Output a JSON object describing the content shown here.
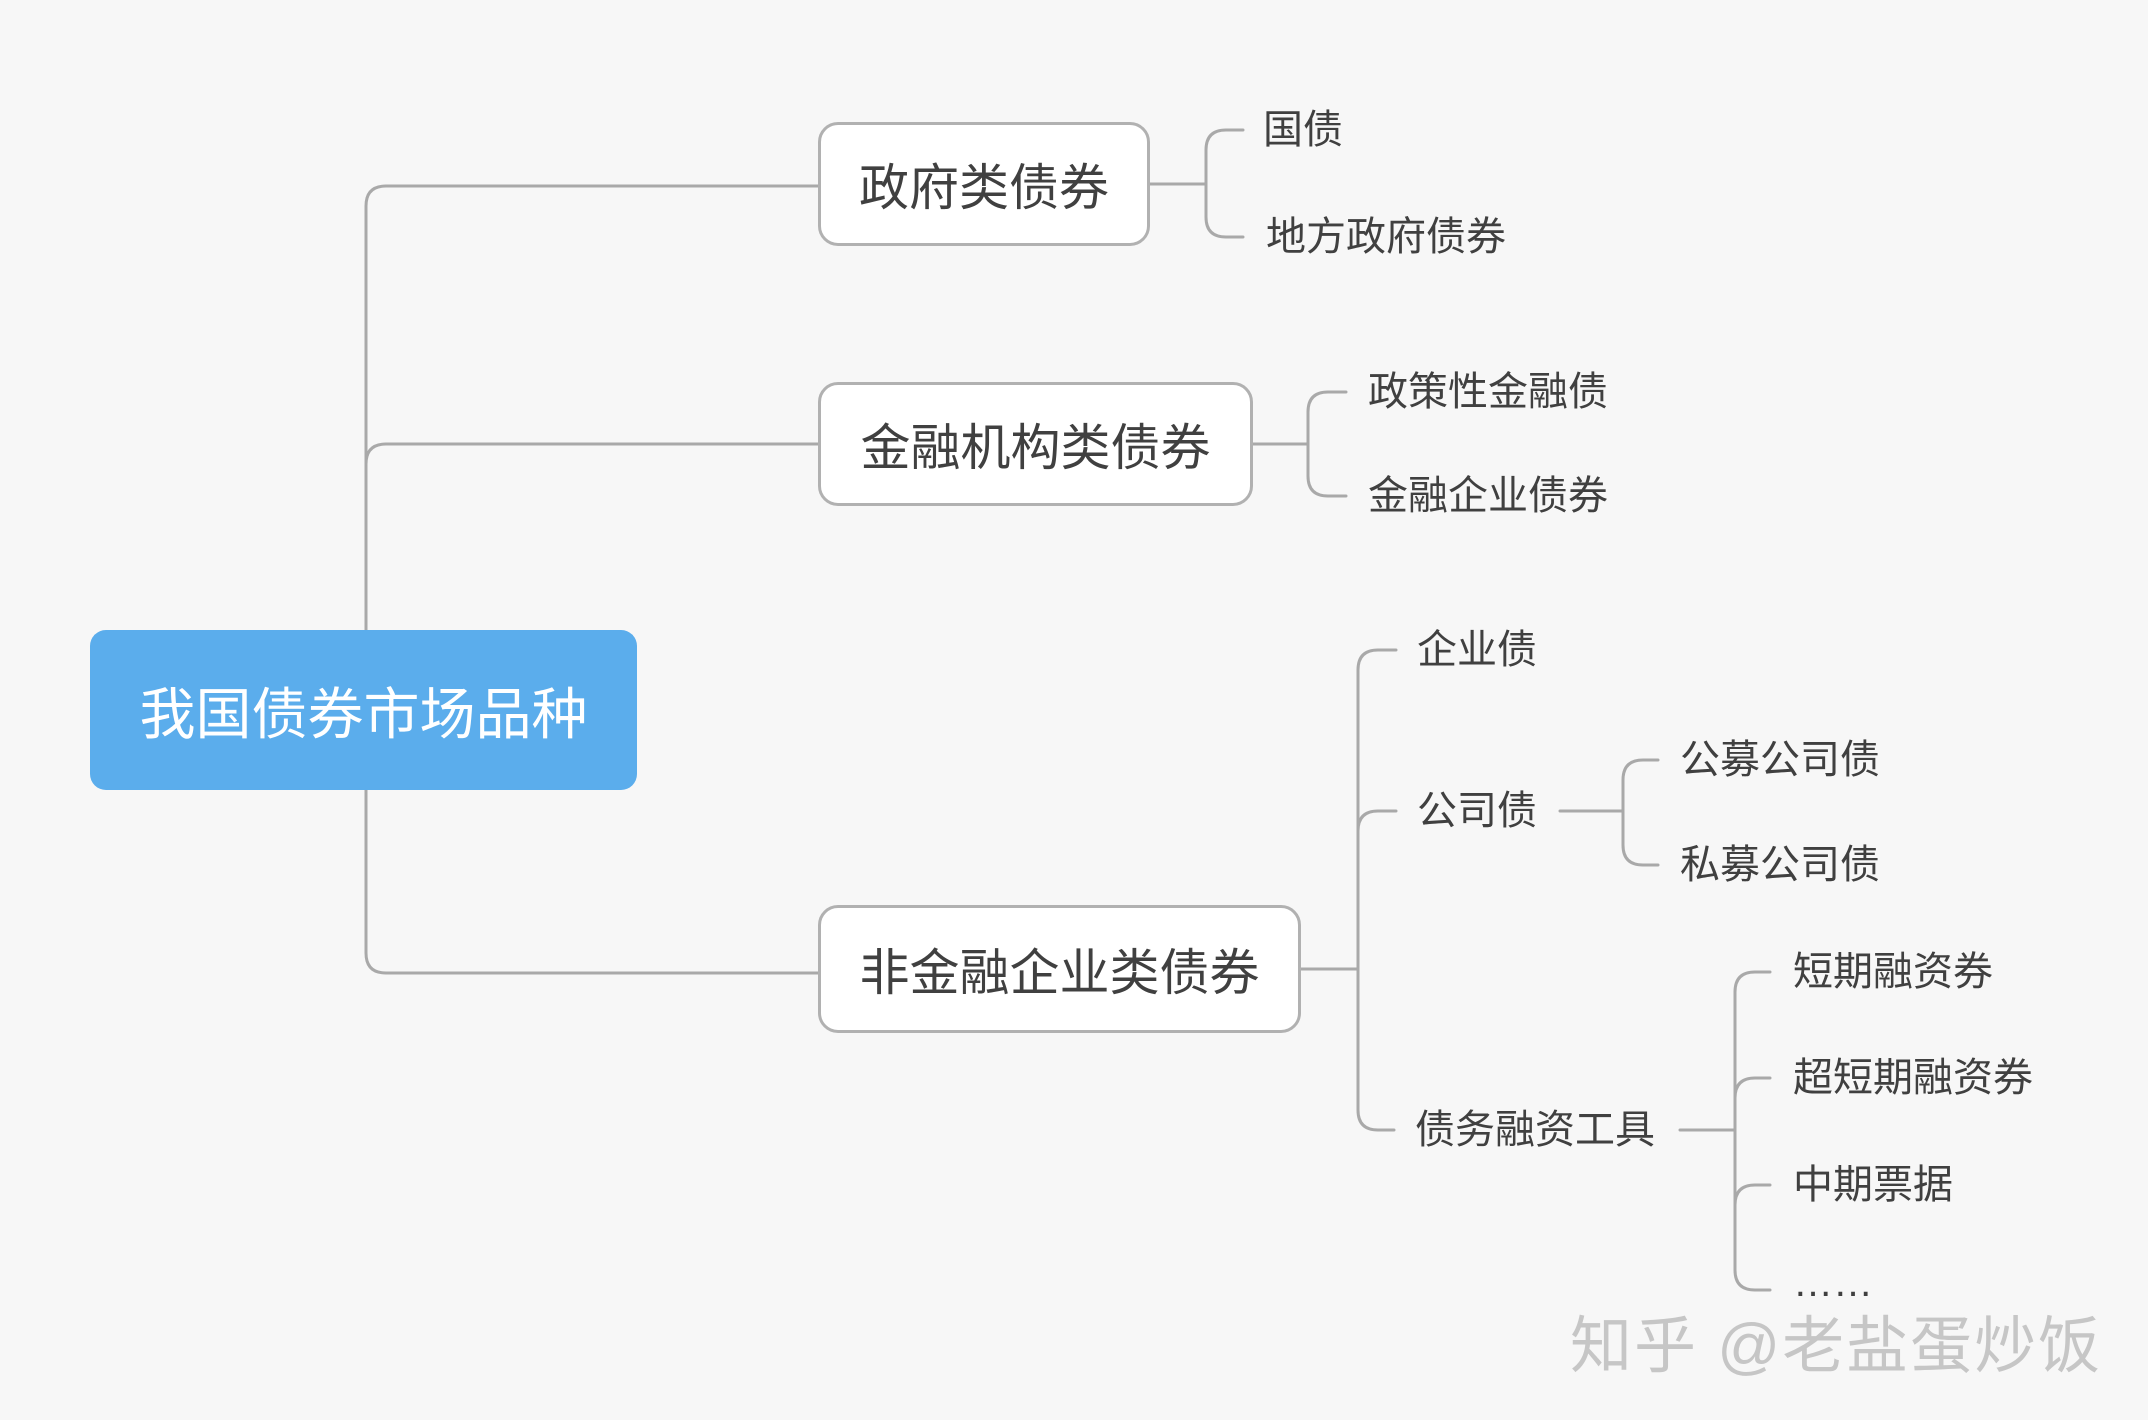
{
  "mindmap": {
    "root": {
      "label": "我国债券市场品种"
    },
    "branches": [
      {
        "label": "政府类债券",
        "children": [
          {
            "label": "国债"
          },
          {
            "label": "地方政府债券"
          }
        ]
      },
      {
        "label": "金融机构类债券",
        "children": [
          {
            "label": "政策性金融债"
          },
          {
            "label": "金融企业债券"
          }
        ]
      },
      {
        "label": "非金融企业类债券",
        "children": [
          {
            "label": "企业债"
          },
          {
            "label": "公司债",
            "children": [
              {
                "label": "公募公司债"
              },
              {
                "label": "私募公司债"
              }
            ]
          },
          {
            "label": "债务融资工具",
            "children": [
              {
                "label": "短期融资券"
              },
              {
                "label": "超短期融资券"
              },
              {
                "label": "中期票据"
              },
              {
                "label": "……"
              }
            ]
          }
        ]
      }
    ]
  },
  "watermark": {
    "text": "知乎 @老盐蛋炒饭"
  },
  "colors": {
    "background": "#F7F7F7",
    "line": "#A9A9A9",
    "box_border": "#B1B1B1",
    "box_bg": "#FFFFFF",
    "text": "#404040",
    "root_bg": "#5BADEC",
    "root_text": "#FFFFFF",
    "watermark": "#C6C6C6"
  }
}
